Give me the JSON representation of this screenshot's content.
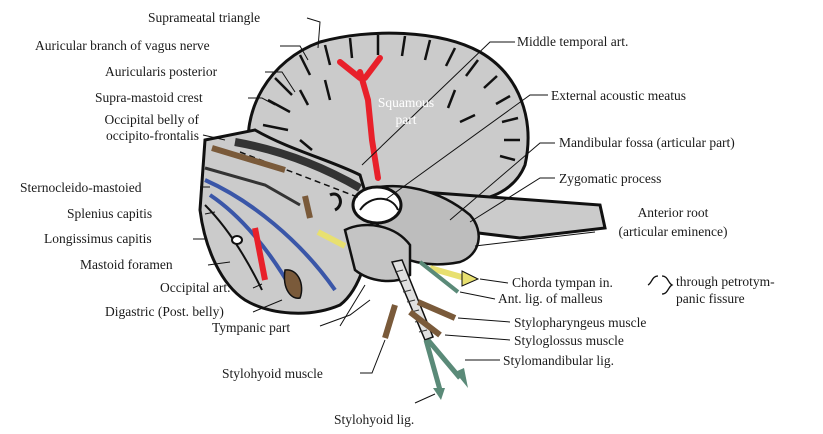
{
  "labels": {
    "suprameatal_triangle": "Suprameatal triangle",
    "auricular_branch_vagus": "Auricular branch of vagus nerve",
    "auricularis_posterior": "Auricularis posterior",
    "supra_mastoid_crest": "Supra-mastoid crest",
    "occipital_belly_1": "Occipital belly of",
    "occipital_belly_2": "occipito-frontalis",
    "sternocleido_mastoied": "Sternocleido-mastoied",
    "splenius_capitis": "Splenius capitis",
    "longissimus_capitis": "Longissimus capitis",
    "mastoid_foramen": "Mastoid foramen",
    "occipital_art": "Occipital art.",
    "digastric": "Digastric (Post. belly)",
    "tympanic_part": "Tympanic part",
    "stylohyoid_muscle": "Stylohyoid muscle",
    "stylohyoid_lig": "Stylohyoid lig.",
    "middle_temporal_art": "Middle temporal art.",
    "external_acoustic_meatus": "External acoustic meatus",
    "mandibular_fossa": "Mandibular fossa (articular part)",
    "zygomatic_process": "Zygomatic process",
    "anterior_root_1": "Anterior root",
    "anterior_root_2": "(articular eminence)",
    "chorda_tympani": "Chorda tympan in.",
    "ant_lig_malleus": "Ant. lig. of malleus",
    "through_petrotym_1": "through petrotym-",
    "through_petrotym_2": "panic fissure",
    "stylopharyngeus": "Stylopharyngeus muscle",
    "styloglossus": "Styloglossus muscle",
    "stylomandibular": "Stylomandibular lig.",
    "squamous_1": "Squamous",
    "squamous_2": "part"
  },
  "colors": {
    "bone": "#c8c8c8",
    "outline": "#1a1a1a",
    "artery": "#e8202a",
    "muscle_blue": "#3a56a8",
    "muscle_brown": "#7a5a3a",
    "chorda_yellow": "#e8e070",
    "ligament_green": "#5a8a78"
  }
}
